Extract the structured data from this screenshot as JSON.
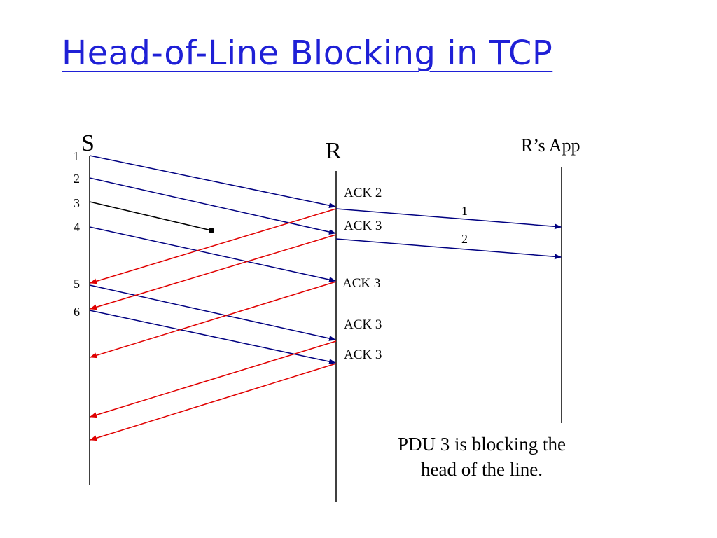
{
  "title": "Head-of-Line Blocking in TCP",
  "colors": {
    "title": "#1f20d6",
    "data_arrow": "#000080",
    "ack_arrow": "#e00000",
    "timeline": "#000000"
  },
  "actors": {
    "sender": "S",
    "receiver": "R",
    "app": "R’s App"
  },
  "packets": [
    "1",
    "2",
    "3",
    "4",
    "5",
    "6"
  ],
  "acks": [
    "ACK 2",
    "ACK 3",
    "ACK 3",
    "ACK 3",
    "ACK 3"
  ],
  "delivered": [
    "1",
    "2"
  ],
  "note": {
    "line1": "PDU 3 is blocking the",
    "line2": "head of the line."
  }
}
